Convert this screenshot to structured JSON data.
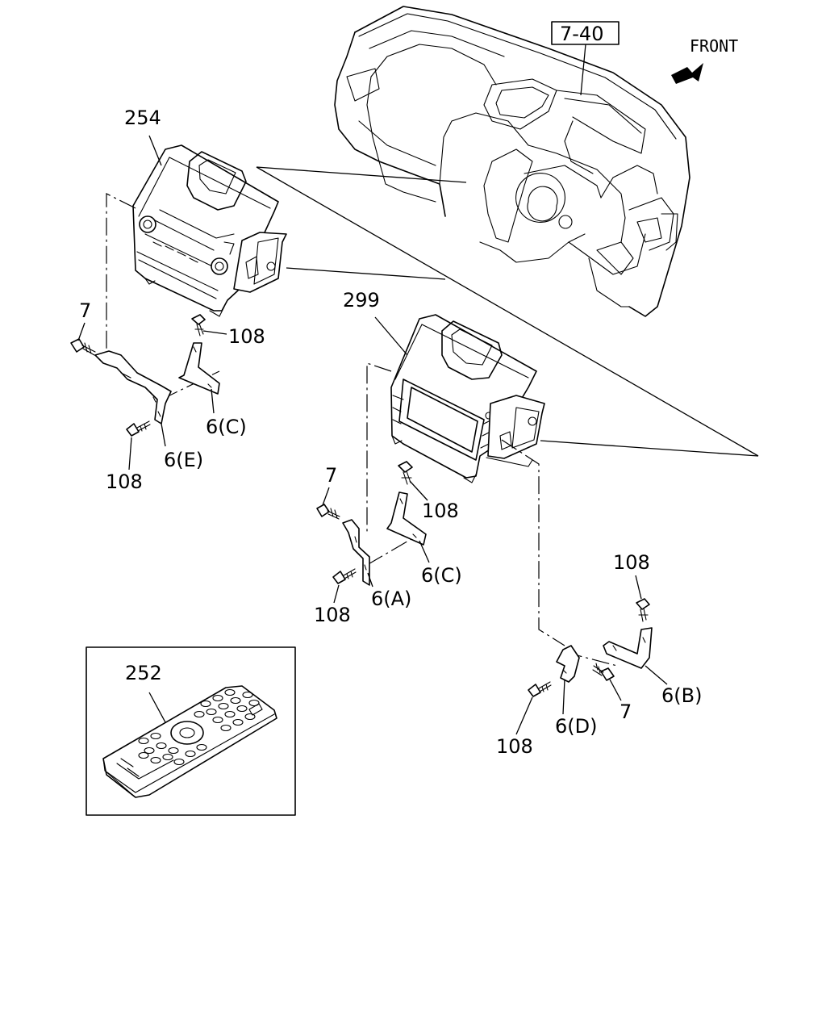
{
  "direction_label": "FRONT",
  "reference_box": "7-40",
  "callouts": {
    "p254": "254",
    "p299": "299",
    "p252": "252",
    "p7_left": "7",
    "p108_left_top": "108",
    "p6c_left": "6(C)",
    "p6e_left": "6(E)",
    "p108_left_bottom": "108",
    "p7_mid": "7",
    "p108_mid_top": "108",
    "p6c_mid": "6(C)",
    "p6a_mid": "6(A)",
    "p108_mid_bottom": "108",
    "p108_right_top": "108",
    "p6b_right": "6(B)",
    "p7_right": "7",
    "p6d_right": "6(D)",
    "p108_right_bottom": "108"
  }
}
